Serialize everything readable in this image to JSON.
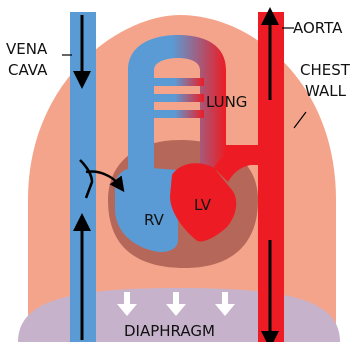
{
  "labels": {
    "vena_cava_line1": "VENA",
    "vena_cava_line2": "CAVA",
    "aorta": "AORTA",
    "chest_wall_line1": "CHEST",
    "chest_wall_line2": "WALL",
    "lung": "LUNG",
    "rv": "RV",
    "lv": "LV",
    "diaphragm": "DIAPHRAGM"
  },
  "colors": {
    "chest": "#f4a48a",
    "heart_back": "#b5685a",
    "diaphragm": "#c7b2cc",
    "venous": "#5b9bd5",
    "arterial": "#ed1c24",
    "arrow": "#000000",
    "diaphragm_arrow": "#ffffff"
  }
}
